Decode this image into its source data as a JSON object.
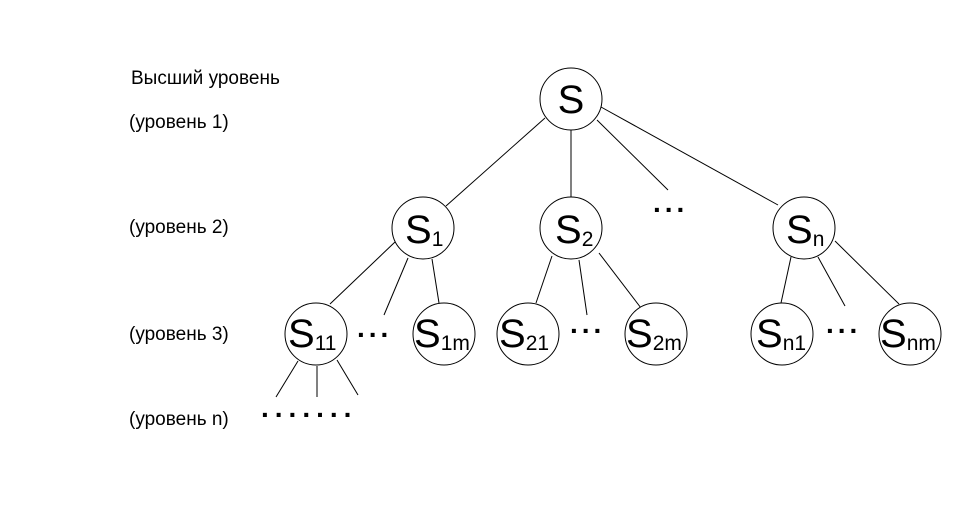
{
  "labels": {
    "top_level": "Высший уровень",
    "level1": "(уровень 1)",
    "level2": "(уровень 2)",
    "level3": "(уровень 3)",
    "level_n": "(уровень n)"
  },
  "nodes": {
    "root": {
      "main": "S",
      "sub": ""
    },
    "s1": {
      "main": "S",
      "sub": "1"
    },
    "s2": {
      "main": "S",
      "sub": "2"
    },
    "sn": {
      "main": "S",
      "sub": "n"
    },
    "s11": {
      "main": "S",
      "sub": "11"
    },
    "s1m": {
      "main": "S",
      "sub": "1m"
    },
    "s21": {
      "main": "S",
      "sub": "21"
    },
    "s2m": {
      "main": "S",
      "sub": "2m"
    },
    "sn1": {
      "main": "S",
      "sub": "n1"
    },
    "snm": {
      "main": "S",
      "sub": "nm"
    }
  },
  "ellipses": {
    "level2": "...",
    "s1_children": "...",
    "s2_children": "...",
    "sn_children": "...",
    "level_n": "......."
  }
}
